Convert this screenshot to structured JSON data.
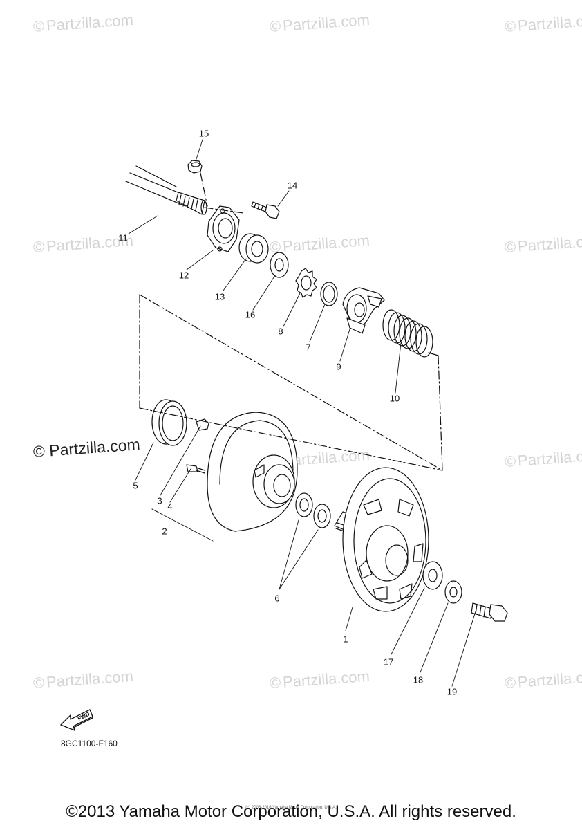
{
  "watermark": {
    "symbol": "©",
    "text": "Partzilla.com"
  },
  "brand_watermark": "© Partzilla.com",
  "callouts": [
    "15",
    "14",
    "11",
    "12",
    "13",
    "16",
    "8",
    "7",
    "9",
    "10",
    "5",
    "3",
    "4",
    "2",
    "6",
    "1",
    "17",
    "18",
    "19"
  ],
  "diagram_code": "8GC1100-F160",
  "fwd_label": "FWD",
  "small_print": "(c) 2006-2016 Yamaha Motor Corporation, U.S.A.",
  "copyright": "©2013 Yamaha Motor Corporation, U.S.A. All rights reserved.",
  "colors": {
    "line": "#111111",
    "watermark": "#d4d4d4"
  }
}
